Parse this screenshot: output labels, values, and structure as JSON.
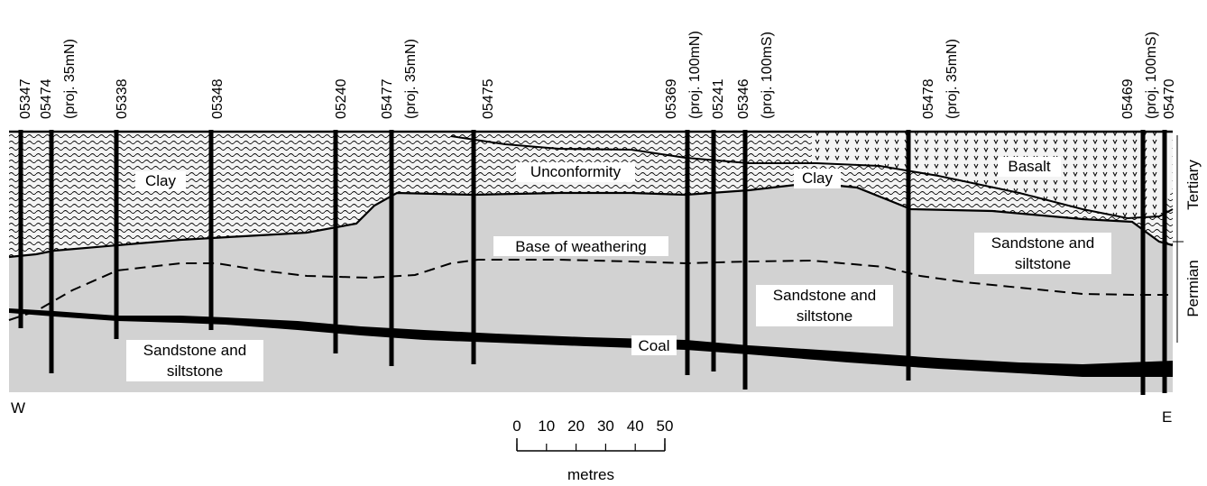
{
  "wells": [
    {
      "id": "05347",
      "proj": ""
    },
    {
      "id": "05474",
      "proj": "(proj. 35mN)"
    },
    {
      "id": "05338",
      "proj": ""
    },
    {
      "id": "05348",
      "proj": ""
    },
    {
      "id": "05240",
      "proj": ""
    },
    {
      "id": "05477",
      "proj": "(proj. 35mN)"
    },
    {
      "id": "05475",
      "proj": ""
    },
    {
      "id": "05369",
      "proj": "(proj. 100mN)"
    },
    {
      "id": "05241",
      "proj": ""
    },
    {
      "id": "05346",
      "proj": "(proj. 100mS)"
    },
    {
      "id": "05478",
      "proj": "(proj. 35mN)"
    },
    {
      "id": "05469",
      "proj": "(proj. 100mS)"
    },
    {
      "id": "05470",
      "proj": ""
    }
  ],
  "labels": {
    "clay_left": "Clay",
    "unconformity": "Unconformity",
    "clay_right": "Clay",
    "basalt": "Basalt",
    "base_weathering": "Base of weathering",
    "sandstone_right_1": "Sandstone and",
    "sandstone_right_2": "siltstone",
    "sandstone_mid_1": "Sandstone and",
    "sandstone_mid_2": "siltstone",
    "sandstone_left_1": "Sandstone and",
    "sandstone_left_2": "siltstone",
    "coal": "Coal"
  },
  "periods": {
    "tertiary": "Tertiary",
    "permian": "Permian"
  },
  "orientation": {
    "west": "W",
    "east": "E"
  },
  "scale": {
    "ticks": [
      "0",
      "10",
      "20",
      "30",
      "40",
      "50"
    ],
    "unit": "metres"
  },
  "colors": {
    "rock": "#d3d3d3",
    "clay": "#f2f2f2",
    "line": "#000000"
  }
}
